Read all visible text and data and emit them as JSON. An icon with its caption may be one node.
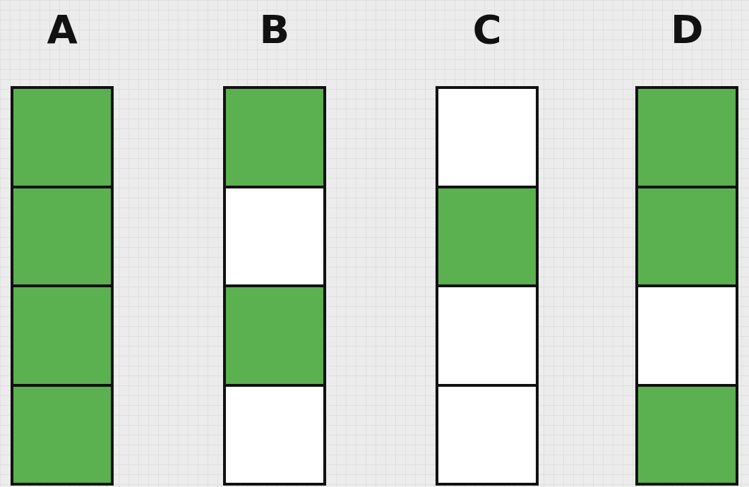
{
  "diagram": {
    "nodes": [
      {
        "text": [
          "A"
        ]
      },
      {
        "text": [],
        "shape": "box",
        "in": 0
      },
      {
        "text": [],
        "shape": "box",
        "in": 0
      },
      {
        "text": [],
        "shape": "box",
        "in": 0
      },
      {
        "text": [],
        "shape": "box",
        "in": 0
      },
      {
        "text": [
          "B"
        ]
      },
      {
        "text": [],
        "shape": "box",
        "in": 5
      },
      {
        "text": [],
        "shape": "box",
        "in": 5
      },
      {
        "text": [],
        "shape": "box",
        "in": 5
      },
      {
        "text": [],
        "shape": "box",
        "in": 5
      },
      {
        "text": [
          "C"
        ]
      },
      {
        "text": [],
        "shape": "box",
        "in": 10
      },
      {
        "text": [],
        "shape": "box",
        "in": 10
      },
      {
        "text": [],
        "shape": "box",
        "in": 10
      },
      {
        "text": [],
        "shape": "box",
        "in": 10
      },
      {
        "text": [
          "D"
        ]
      },
      {
        "text": [],
        "shape": "box",
        "in": 15
      },
      {
        "text": [],
        "shape": "box",
        "in": 15
      },
      {
        "text": [],
        "shape": "box",
        "in": 15
      },
      {
        "text": [],
        "shape": "box",
        "in": 15
      }
    ],
    "edges": []
  }
}
